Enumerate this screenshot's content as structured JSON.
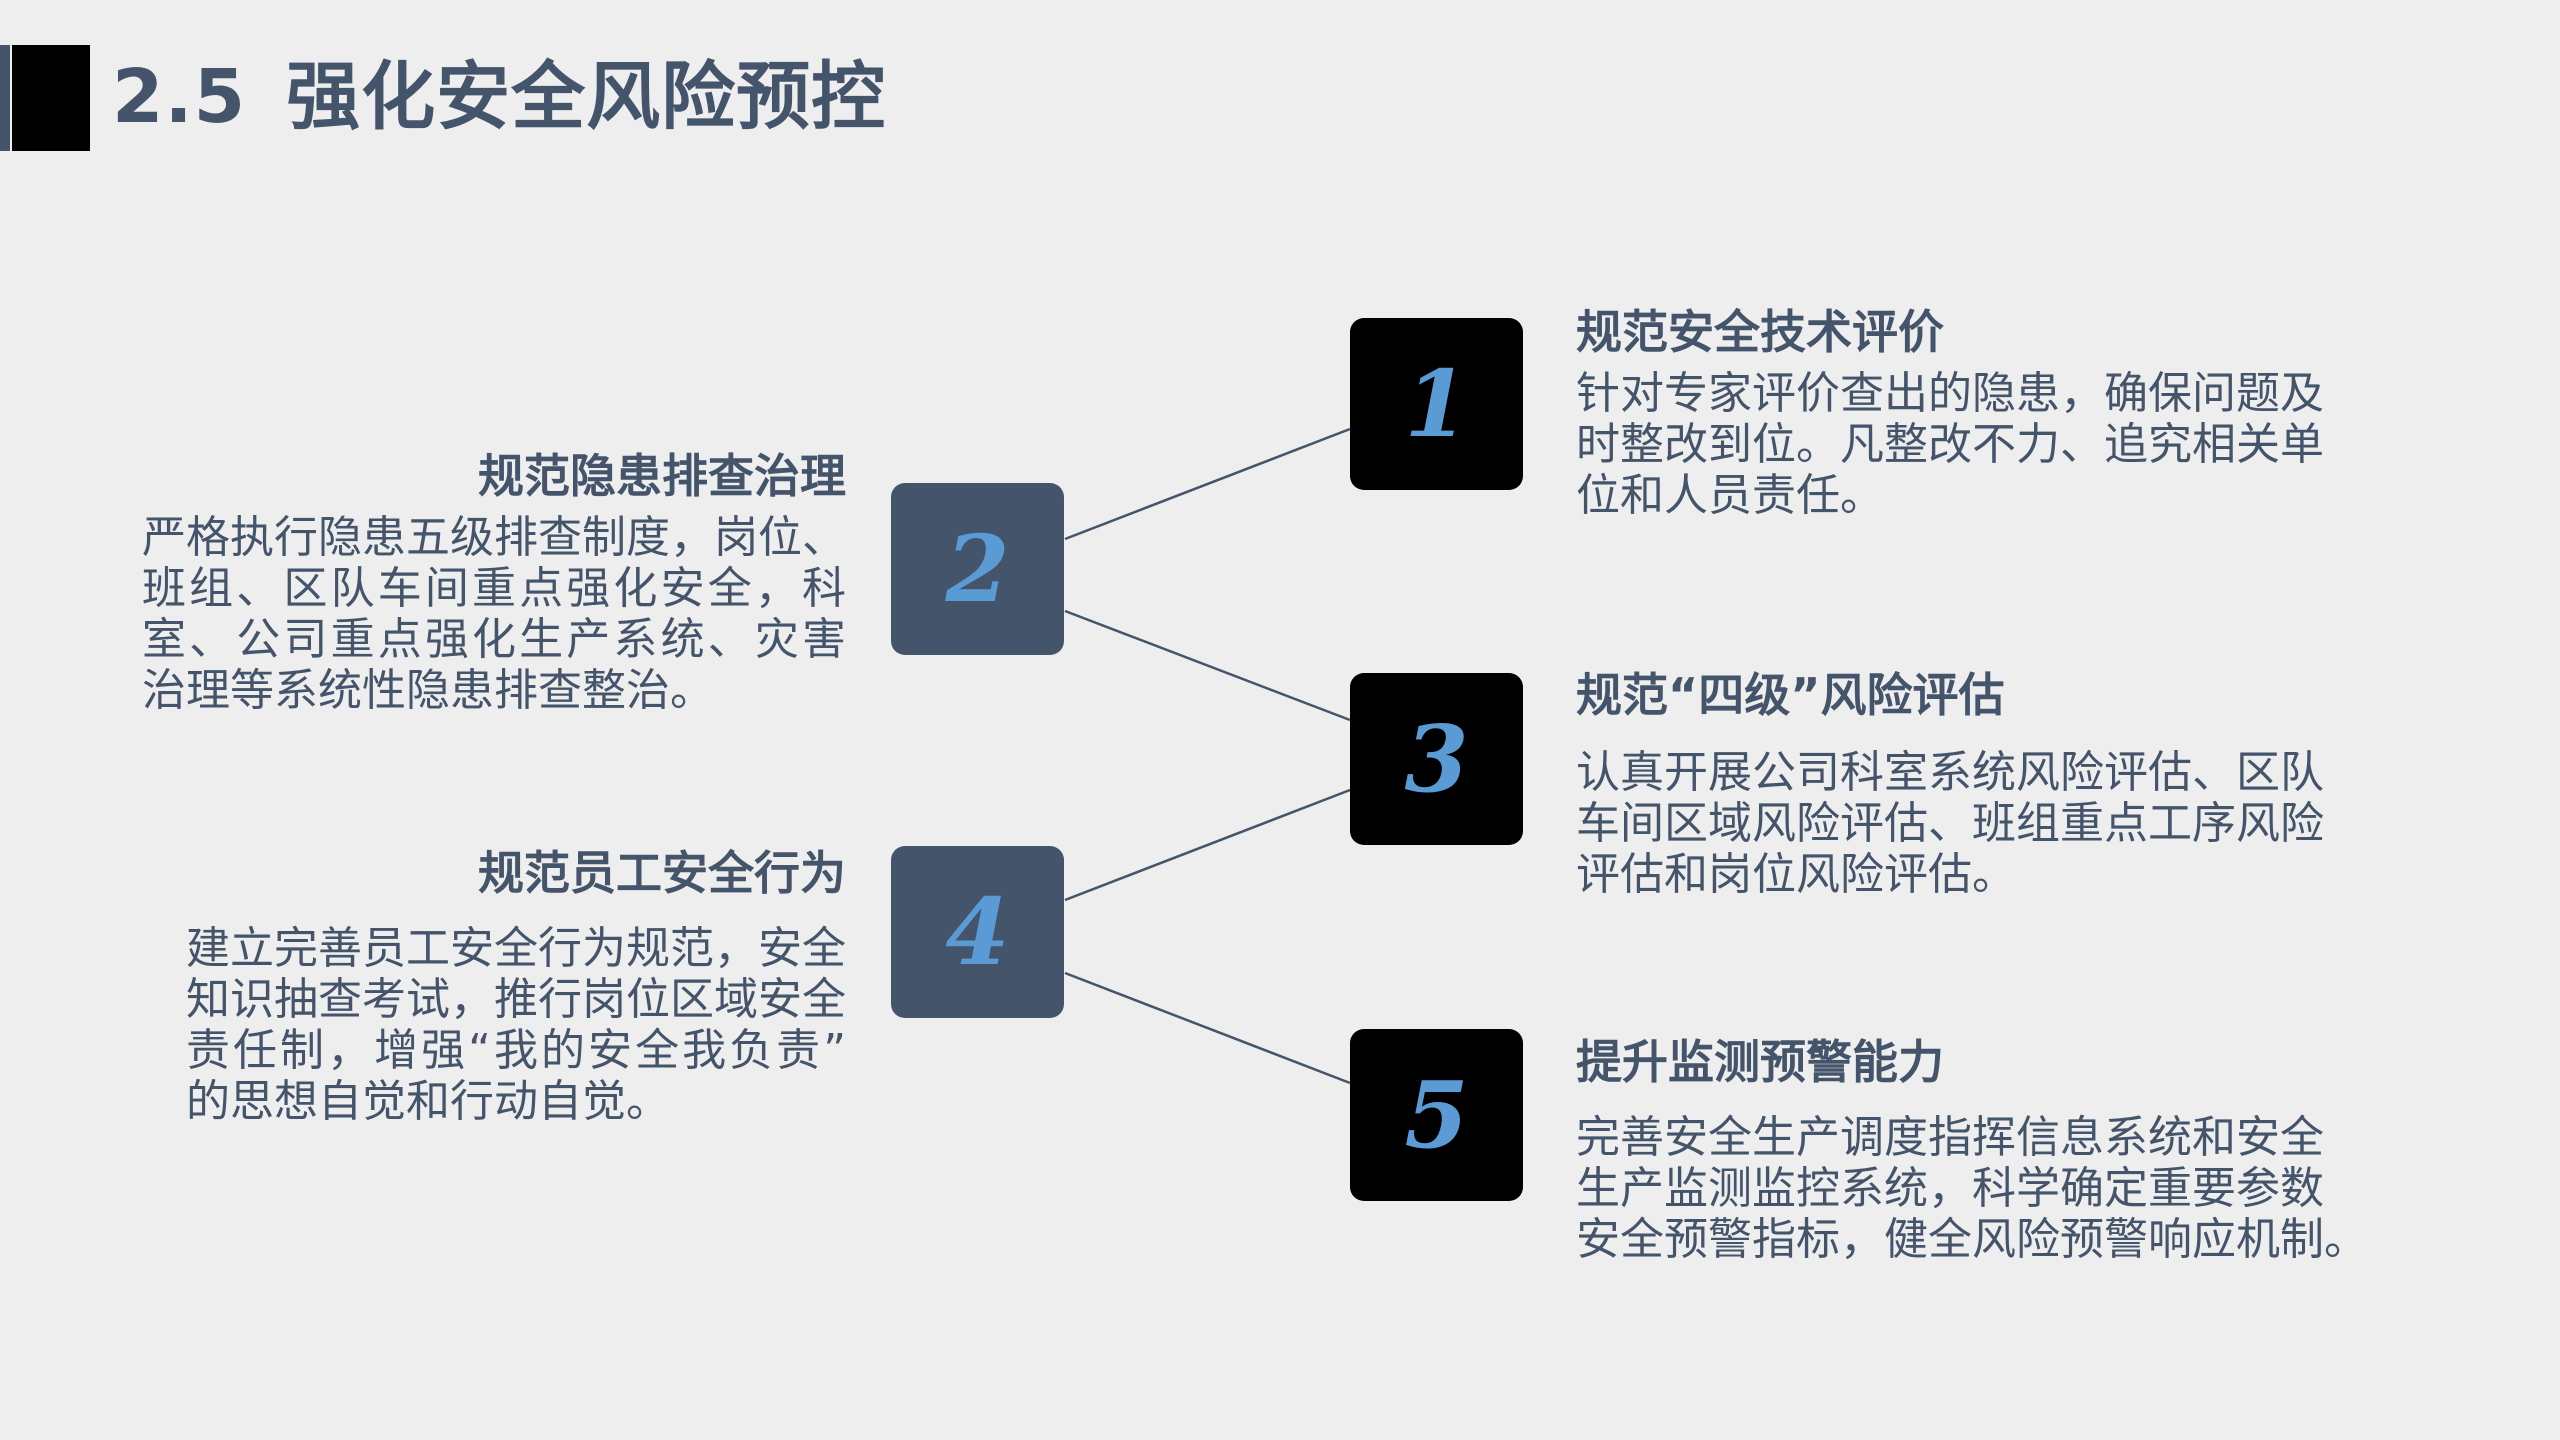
{
  "header": {
    "number": "2.5",
    "title": "强化安全风险预控"
  },
  "items": [
    {
      "num": "1",
      "heading": "规范安全技术评价",
      "lines": [
        "针对专家评价查出的隐患，确保问题及",
        "时整改到位。凡整改不力、追究相关单",
        "位和人员责任。"
      ]
    },
    {
      "num": "2",
      "heading": "规范隐患排查治理",
      "lines": [
        "严格执行隐患五级排查制度，岗位、",
        "班组、区队车间重点强化安全，科",
        "室、公司重点强化生产系统、灾害",
        "治理等系统性隐患排查整治。"
      ]
    },
    {
      "num": "3",
      "heading": "规范“四级”风险评估",
      "lines": [
        "认真开展公司科室系统风险评估、区队",
        "车间区域风险评估、班组重点工序风险",
        "评估和岗位风险评估。"
      ]
    },
    {
      "num": "4",
      "heading": "规范员工安全行为",
      "lines": [
        "建立完善员工安全行为规范，安全",
        "知识抽查考试，推行岗位区域安全",
        "责任制，增强“我的安全我负责”",
        "的思想自觉和行动自觉。"
      ]
    },
    {
      "num": "5",
      "heading": "提升监测预警能力",
      "lines": [
        "完善安全生产调度指挥信息系统和安全",
        "生产监测监控系统，科学确定重要参数",
        "安全预警指标，健全风险预警响应机制。"
      ]
    }
  ],
  "colors": {
    "text": "#44546a",
    "digit": "#5b9bd5",
    "dark_box": "#000000",
    "slate_box": "#44546a"
  }
}
